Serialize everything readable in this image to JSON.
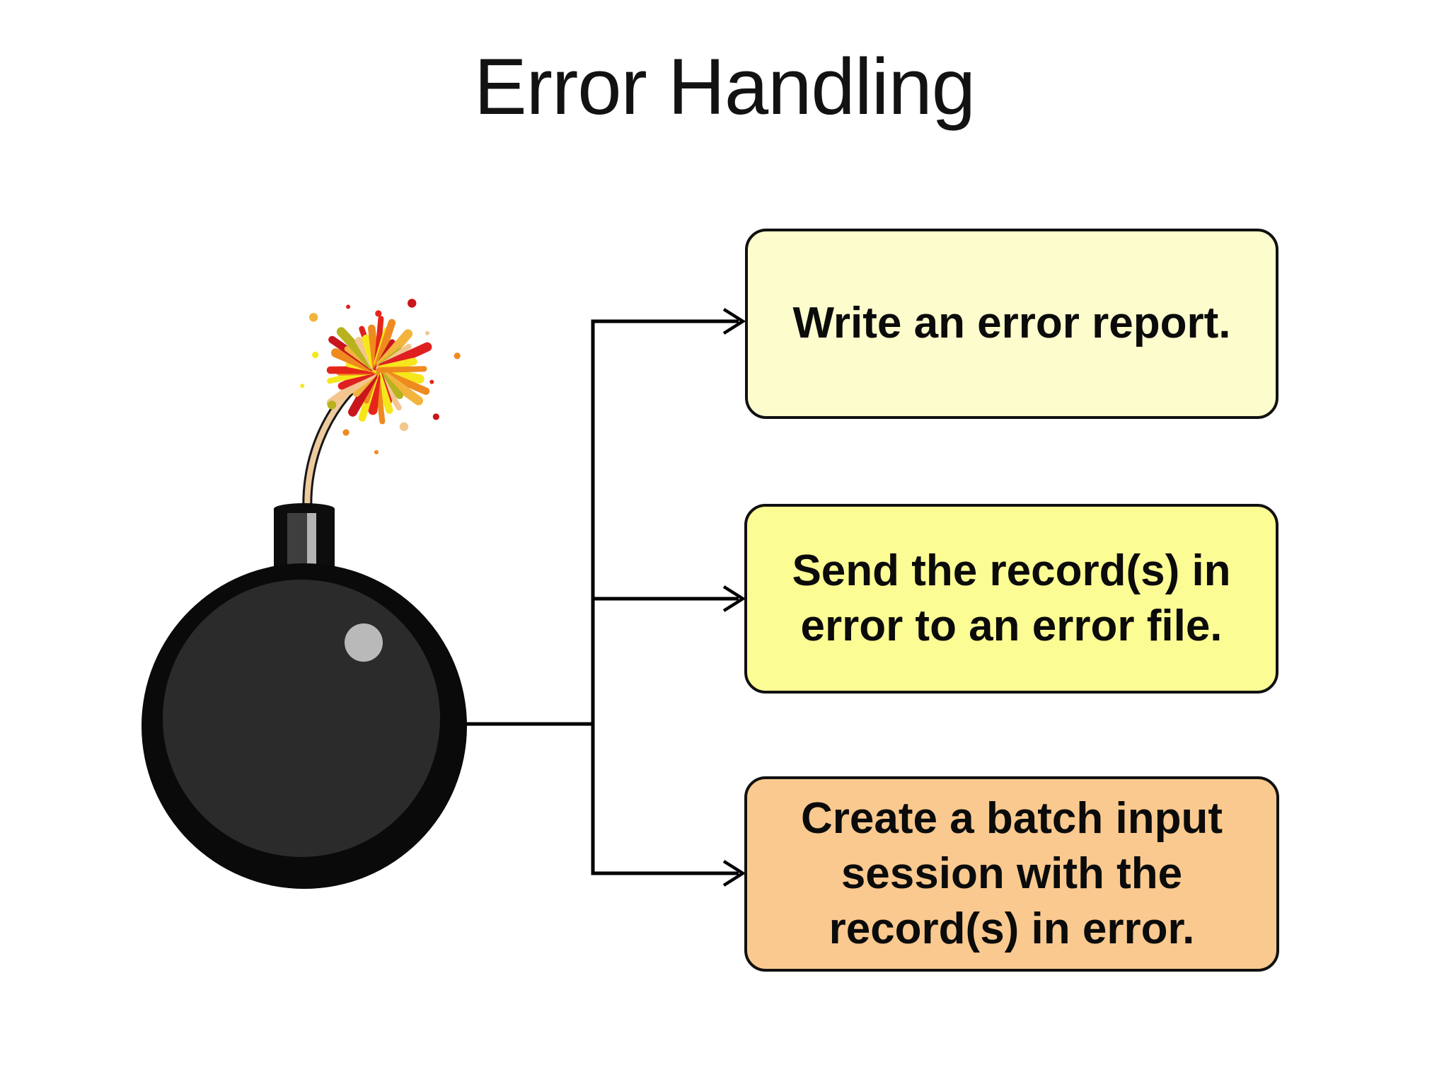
{
  "title": "Error Handling",
  "background_color": "#ffffff",
  "diagram": {
    "source_label": "bomb",
    "connector_color": "#000000",
    "boxes": [
      {
        "label": "Write an error report.",
        "fill": "#fcfccd",
        "border_color": "#111111"
      },
      {
        "label": "Send the record(s) in\nerror to an error file.",
        "fill": "#fcfc94",
        "border_color": "#111111"
      },
      {
        "label": "Create a batch input\nsession with the\nrecord(s) in error.",
        "fill": "#f9c98f",
        "border_color": "#111111"
      }
    ]
  },
  "bomb": {
    "description": "cartoon bomb with lit fuse and firework burst",
    "outline_color": "#0a0a0a",
    "body_fill": "#2b2b2b",
    "cap_fill": "#0d0d0d",
    "cap_panel_fill": "#3e3e3e",
    "cap_highlight": "#b3b3b3",
    "glint_fill": "#b9b9b9",
    "fuse_fill": "#eecb9f",
    "fuse_outline": "#161616",
    "burst_colors": [
      "#e62519",
      "#f6e71c",
      "#ef8a1f",
      "#c9161d",
      "#f2b43c",
      "#b8b21f",
      "#f3c690",
      "#e02020",
      "#f6e71c",
      "#ef8a1f"
    ]
  }
}
